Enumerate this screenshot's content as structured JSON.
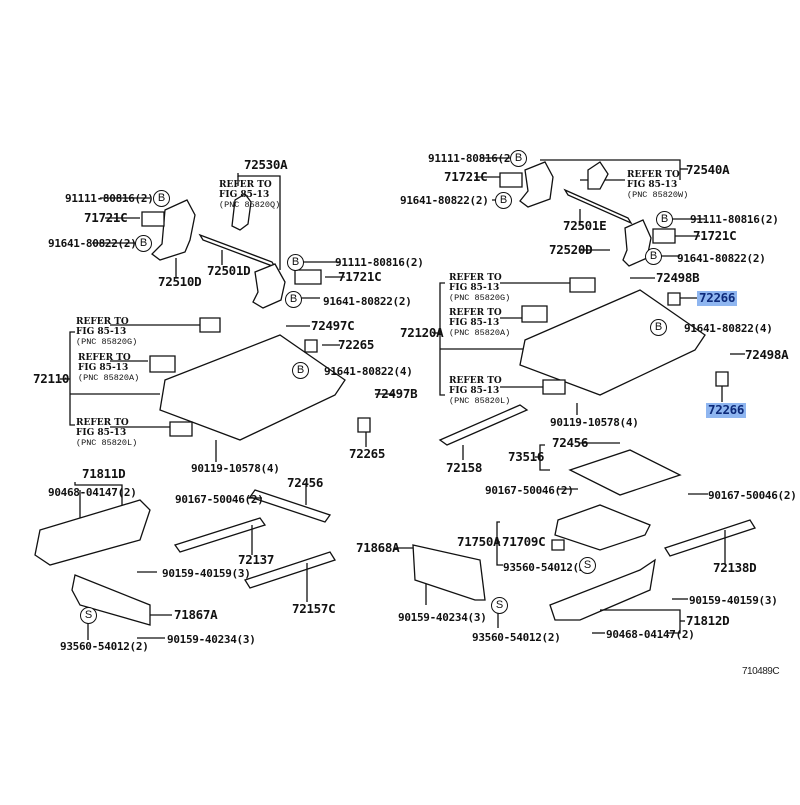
{
  "figure_code": "710489C",
  "highlight_color": "#8fb6f0",
  "fastener_symbols": {
    "B": "B",
    "S": "S"
  },
  "refer": {
    "line1": "REFER TO",
    "line2": "FIG 85-13"
  },
  "pnc": {
    "q": "(PNC 85820Q)",
    "w": "(PNC 85820W)",
    "g": "(PNC 85820G)",
    "a": "(PNC 85820A)",
    "l": "(PNC 85820L)"
  },
  "labels": {
    "p72530A": "72530A",
    "p72540A": "72540A",
    "p91111_l1": "91111-80816(2)",
    "p71721C_l1": "71721C",
    "p91641_l1": "91641-80822(2)",
    "p72510D": "72510D",
    "p72501D": "72501D",
    "p91111_l2": "91111-80816(2)",
    "p71721C_l2": "71721C",
    "p91641_l2": "91641-80822(2)",
    "p91111_r1": "91111-80816(2)",
    "p71721C_r1": "71721C",
    "p91641_r1": "91641-80822(2)",
    "p72501E": "72501E",
    "p72520D": "72520D",
    "p91111_r2": "91111-80816(2)",
    "p71721C_r2": "71721C",
    "p91641_r2": "91641-80822(2)",
    "p72110": "72110",
    "p72497C": "72497C",
    "p72265_a": "72265",
    "p91641_4_l": "91641-80822(4)",
    "p72497B": "72497B",
    "p72265_b": "72265",
    "p90119_l": "90119-10578(4)",
    "p72120A": "72120A",
    "p72498B": "72498B",
    "p72266_a": "72266",
    "p91641_4_r": "91641-80822(4)",
    "p72498A": "72498A",
    "p72266_b": "72266",
    "p90119_r": "90119-10578(4)",
    "p72158": "72158",
    "p73516": "73516",
    "p72456_r": "72456",
    "p90167_r1": "90167-50046(2)",
    "p90167_r2": "90167-50046(2)",
    "p71811D": "71811D",
    "p90468_l": "90468-04147(2)",
    "p90167_l": "90167-50046(2)",
    "p72456_l": "72456",
    "p72137": "72137",
    "p90159_40159_l": "90159-40159(3)",
    "p72157C": "72157C",
    "p71867A": "71867A",
    "p93560_l": "93560-54012(2)",
    "p90159_40234_l": "90159-40234(3)",
    "p71868A": "71868A",
    "p71750A": "71750A",
    "p71709C": "71709C",
    "p93560_m": "93560-54012(2)",
    "p72138D": "72138D",
    "p90159_40159_r": "90159-40159(3)",
    "p71812D": "71812D",
    "p90468_r": "90468-04147(2)",
    "p90159_40234_r": "90159-40234(3)",
    "p93560_r": "93560-54012(2)"
  }
}
